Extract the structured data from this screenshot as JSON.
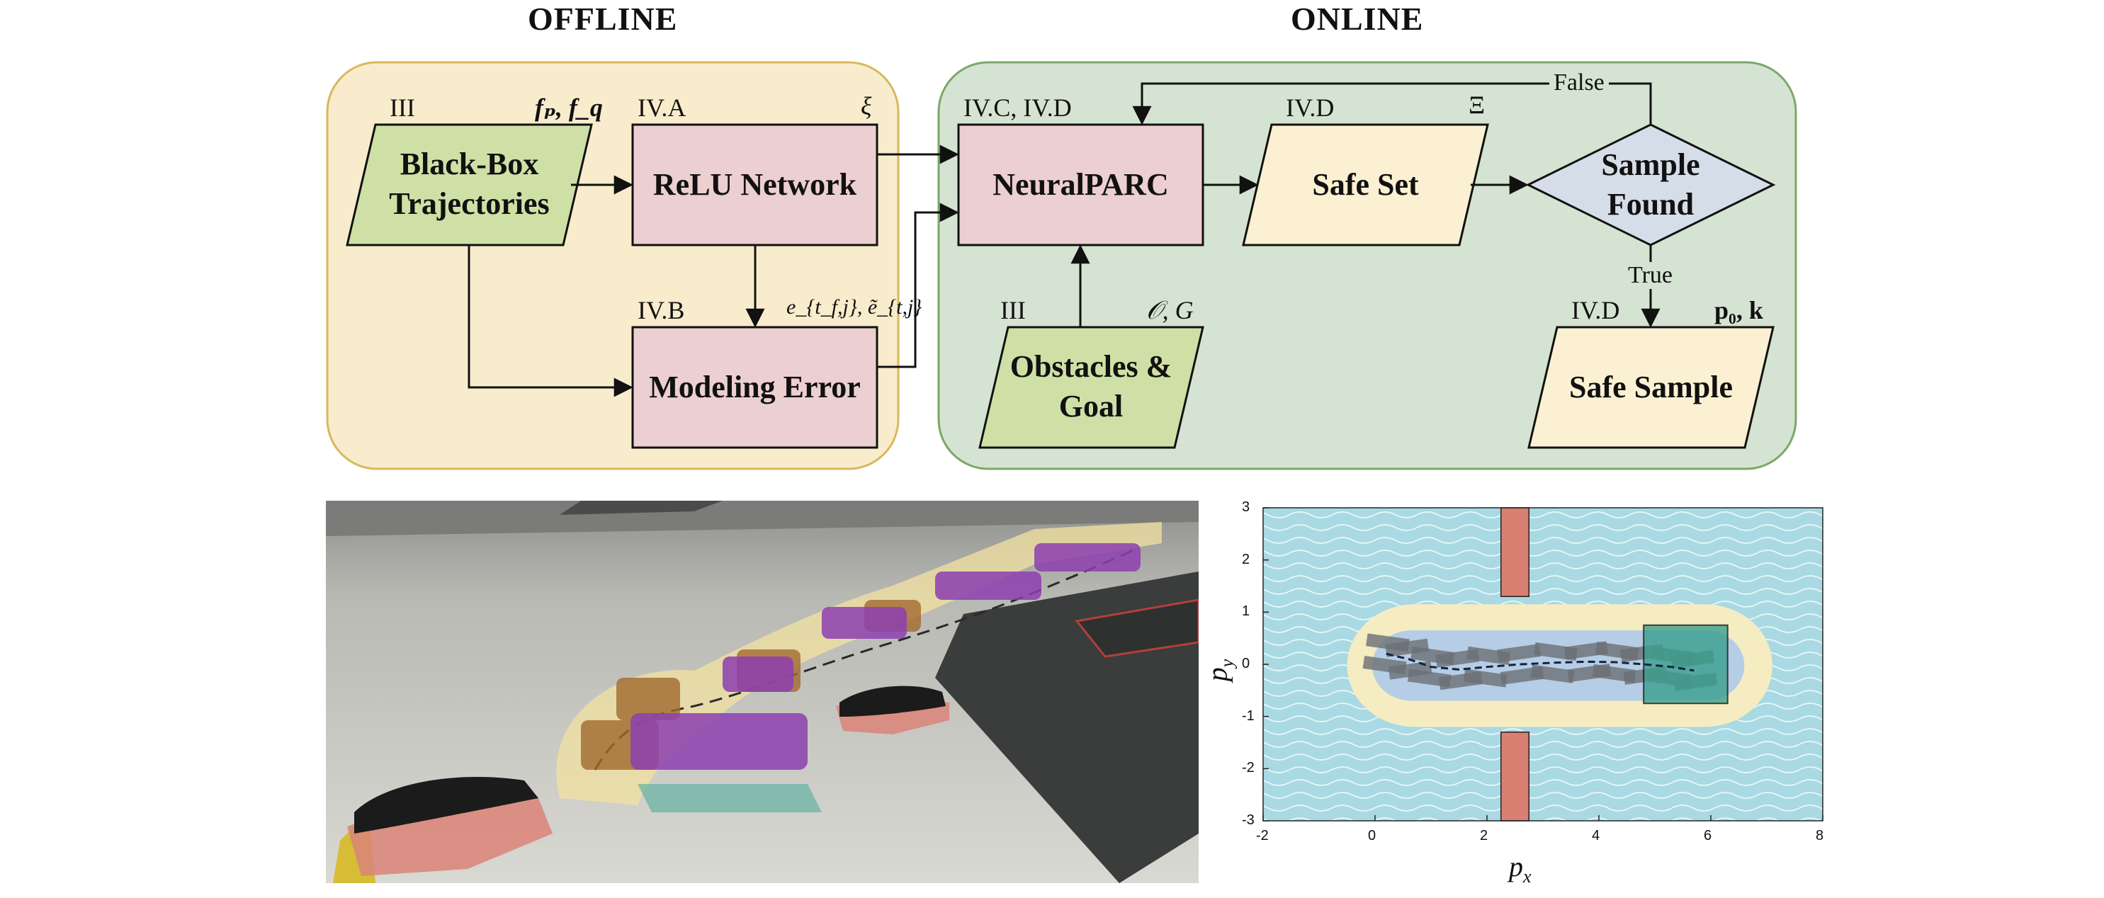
{
  "headers": {
    "offline": "OFFLINE",
    "online": "ONLINE"
  },
  "nodes": {
    "trajectories": {
      "label": "Black-Box Trajectories",
      "tag": "III",
      "symbol": "fₚ, f_q"
    },
    "relu": {
      "label": "ReLU Network",
      "tag": "IV.A",
      "symbol": "ξ"
    },
    "modeling_error": {
      "label": "Modeling Error",
      "tag": "IV.B",
      "symbol": "e_{t_f,j}, ẽ_{t,j}"
    },
    "neuralparc": {
      "label": "NeuralPARC",
      "tag": "IV.C, IV.D"
    },
    "safe_set": {
      "label": "Safe Set",
      "tag": "IV.D",
      "symbol": "Ξ"
    },
    "sample_found": {
      "label": "Sample Found"
    },
    "obstacles": {
      "label": "Obstacles & Goal",
      "tag": "III",
      "symbol": "𝒪, G"
    },
    "safe_sample": {
      "label": "Safe Sample",
      "tag": "IV.D",
      "symbol": "p₀, k"
    }
  },
  "edge_labels": {
    "false": "False",
    "true": "True"
  },
  "colors": {
    "offline_region": "#f8eccc",
    "offline_border": "#d9b85c",
    "online_region": "#d5e4d2",
    "online_border": "#7aa869",
    "process": "#eccfd0",
    "input": "#cfe0a6",
    "output": "#fbf1d2",
    "decision": "#d5dde8",
    "water": "#a9d9e2",
    "safe_tube": "#f6ecc2",
    "inner_tube": "#b6cde6",
    "obstacle": "#d98072",
    "goal": "#3aa08e"
  },
  "chart_data": {
    "type": "scatter",
    "title": "",
    "xlabel": "p_x",
    "ylabel": "p_y",
    "xlim": [
      -2,
      8
    ],
    "ylim": [
      -3,
      3
    ],
    "xticks": [
      "-2",
      "0",
      "2",
      "4",
      "6",
      "8"
    ],
    "yticks": [
      "3",
      "2",
      "1",
      "0",
      "-1",
      "-2",
      "-3"
    ],
    "obstacles": [
      {
        "name": "upper obstacle",
        "x": [
          2.25,
          2.75
        ],
        "y": [
          1.3,
          3
        ]
      },
      {
        "name": "lower obstacle",
        "x": [
          2.25,
          2.75
        ],
        "y": [
          -3,
          -1.3
        ]
      }
    ],
    "goal": {
      "x": [
        4.8,
        6.3
      ],
      "y": [
        -0.75,
        0.75
      ]
    },
    "trajectory": {
      "x": [
        0.2,
        0.6,
        1.0,
        1.5,
        2.0,
        2.6,
        3.2,
        3.8,
        4.3,
        4.8,
        5.3,
        5.7
      ],
      "y": [
        0.2,
        0.1,
        -0.05,
        -0.1,
        -0.05,
        0.0,
        0.03,
        0.05,
        0.04,
        0.0,
        -0.05,
        -0.12
      ]
    },
    "grid": false
  }
}
